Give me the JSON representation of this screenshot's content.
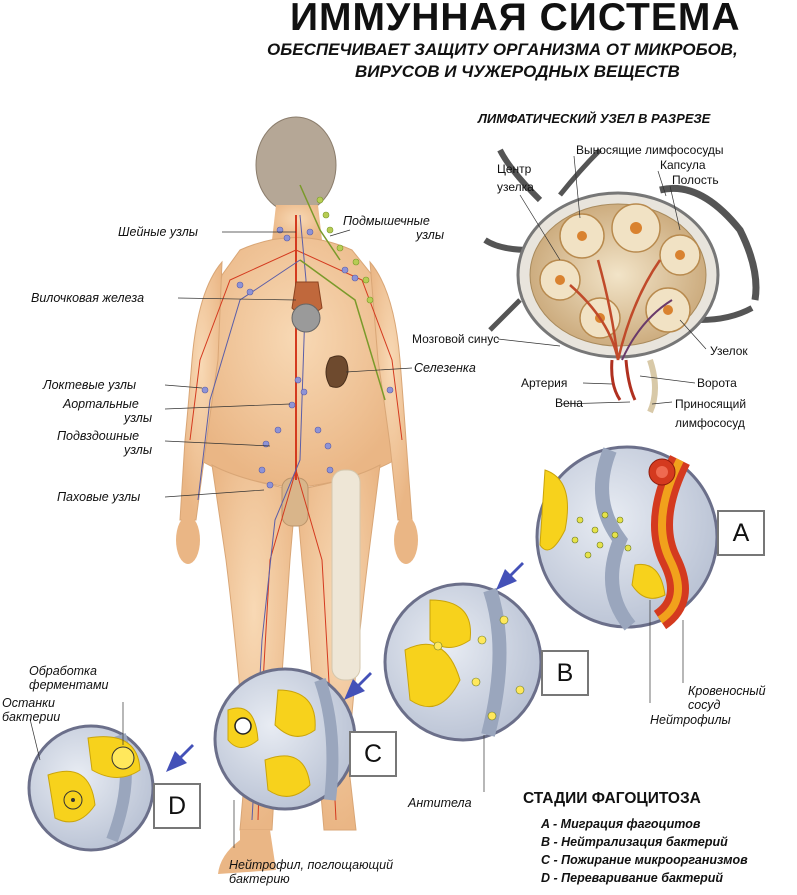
{
  "title": "ИММУННАЯ СИСТЕМА",
  "subtitle_line1": "ОБЕСПЕЧИВАЕТ ЗАЩИТУ ОРГАНИЗМА ОТ МИКРОБОВ,",
  "subtitle_line2": "ВИРУСОВ И ЧУЖЕРОДНЫХ ВЕЩЕСТВ",
  "body_labels": {
    "cervical": "Шейные узлы",
    "axillary_line1": "Подмышечные",
    "axillary_line2": "узлы",
    "thymus": "Вилочковая железа",
    "spleen": "Селезенка",
    "elbow": "Локтевые узлы",
    "aortic_line1": "Аортальные",
    "aortic_line2": "узлы",
    "iliac_line1": "Подвздошные",
    "iliac_line2": "узлы",
    "inguinal": "Паховые узлы"
  },
  "lymph_node": {
    "title": "ЛИМФАТИЧЕСКИЙ УЗЕЛ В РАЗРЕЗЕ",
    "center_line1": "Центр",
    "center_line2": "узелка",
    "efferent": "Выносящие лимфососуды",
    "capsule": "Капсула",
    "cavity": "Полость",
    "medullary": "Мозговой синус",
    "nodule": "Узелок",
    "artery": "Артерия",
    "gate": "Ворота",
    "vein": "Вена",
    "afferent_line1": "Приносящий",
    "afferent_line2": "лимфососуд"
  },
  "phagocytosis": {
    "stage_letters": [
      "A",
      "B",
      "C",
      "D"
    ],
    "blood_vessel_line1": "Кровеносный",
    "blood_vessel_line2": "сосуд",
    "neutrophils": "Нейтрофилы",
    "antibodies": "Антитела",
    "neutrophil_eating_line1": "Нейтрофил, поглощающий",
    "neutrophil_eating_line2": "бактерию",
    "enzyme_line1": "Обработка",
    "enzyme_line2": "ферментами",
    "remains_line1": "Останки",
    "remains_line2": "бактерии"
  },
  "stages": {
    "title": "СТАДИИ ФАГОЦИТОЗА",
    "items": [
      "A - Миграция фагоцитов",
      "B - Нейтрализация бактерий",
      "C - Пожирание микроорганизмов",
      "D - Переваривание бактерий"
    ]
  },
  "colors": {
    "skin": "#f3c79a",
    "lymph": "#7b7fc4",
    "blood": "#d43a1f",
    "cell_yellow": "#f7d21c",
    "circle_bg": "#cfd6e3",
    "arrow": "#4451b8"
  }
}
